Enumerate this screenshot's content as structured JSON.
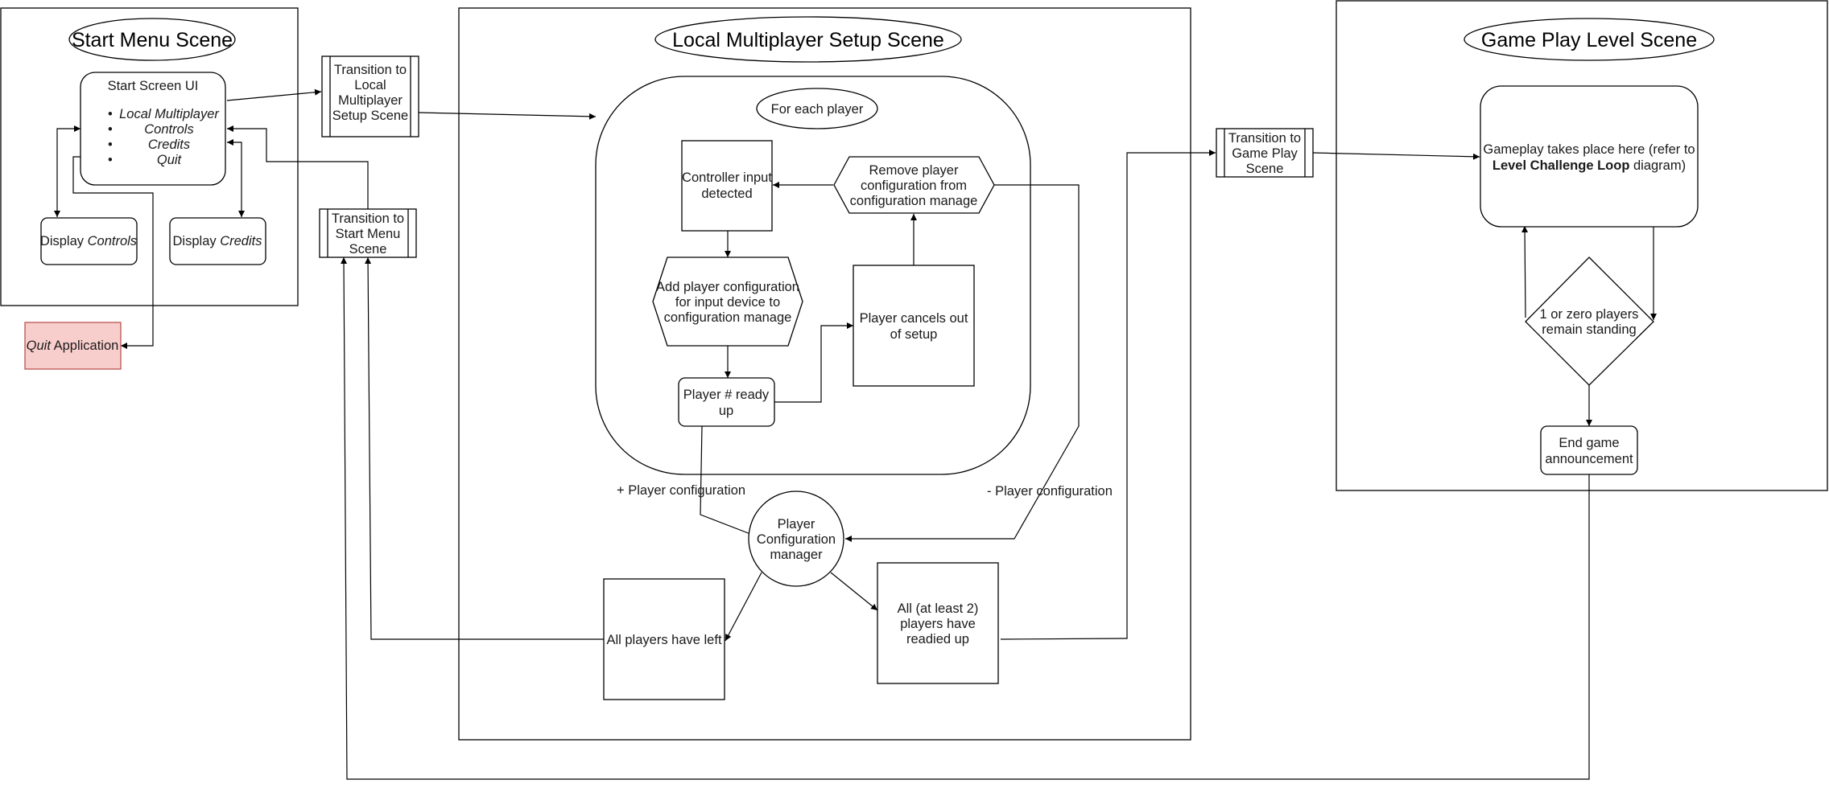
{
  "scenes": {
    "start_menu": {
      "title": "Start Menu Scene"
    },
    "local_setup": {
      "title": "Local Multiplayer Setup Scene"
    },
    "gameplay": {
      "title": "Game Play Level Scene"
    }
  },
  "start_screen": {
    "title": "Start Screen UI",
    "items": [
      "Local Multiplayer",
      "Controls",
      "Credits",
      "Quit"
    ],
    "bullet": "•"
  },
  "display_controls": {
    "prefix": "Display ",
    "emph": "Controls"
  },
  "display_credits": {
    "prefix": "Display ",
    "emph": "Credits"
  },
  "quit_app": {
    "emph": "Quit",
    "suffix": " Application",
    "fill": "#f8cecc",
    "stroke": "#b85450"
  },
  "transitions": {
    "to_setup": [
      "Transition to",
      "Local",
      "Multiplayer",
      "Setup Scene"
    ],
    "to_start": [
      "Transition to",
      "Start Menu",
      "Scene"
    ],
    "to_gameplay": [
      "Transition to",
      "Game Play",
      "Scene"
    ]
  },
  "setup": {
    "for_each_player": "For each player",
    "controller_input": [
      "Controller input",
      "detected"
    ],
    "remove_config": [
      "Remove player",
      "configuration from",
      "configuration manage"
    ],
    "add_config": [
      "Add player configuration",
      "for input device to",
      "configuration manage"
    ],
    "player_cancels": [
      "Player cancels out",
      "of setup"
    ],
    "player_ready": [
      "Player # ready",
      "up"
    ],
    "plus_config": "+ Player configuration",
    "minus_config": "- Player configuration",
    "manager": [
      "Player",
      "Configuration",
      "manager"
    ],
    "all_left": "All players have left",
    "all_ready": [
      "All (at least 2)",
      "players have",
      "readied up"
    ]
  },
  "gameplay": {
    "main": {
      "line1": "Gameplay takes place here (refer to",
      "line2_bold": "Level Challenge Loop",
      "line2_rest": " diagram)"
    },
    "decision": [
      "1 or zero players",
      "remain standing"
    ],
    "end": [
      "End game",
      "announcement"
    ]
  }
}
